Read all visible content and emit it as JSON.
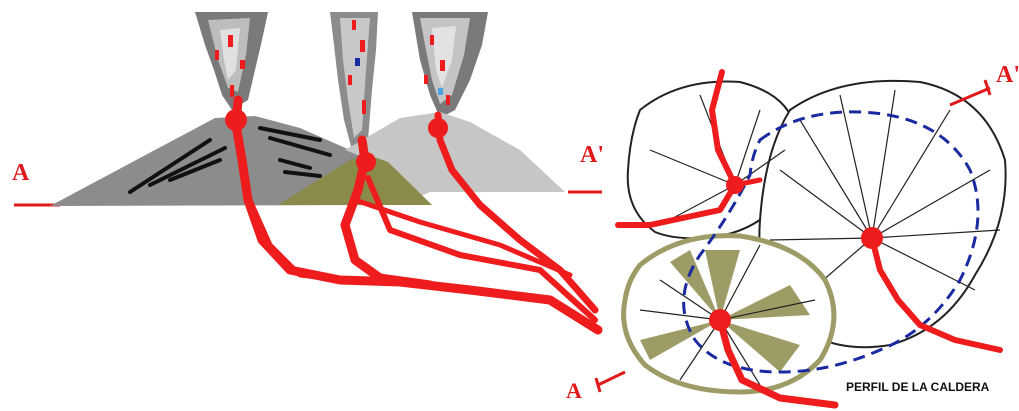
{
  "labels": {
    "a_left": "A",
    "a_prime_mid": "A'",
    "a_prime_right": "A'",
    "a_bottom": "A",
    "caption": "PERFIL DE LA CALDERA"
  },
  "colors": {
    "magma": "#ee1c1c",
    "label_red": "#e01a1a",
    "cone_dark": "#8a8a8a",
    "cone_light": "#c2c2c2",
    "olive": "#8a8a4a",
    "olive_fill": "#9e9c66",
    "smoke_gray": "#7a7a7a",
    "smoke_light": "#cfcfcf",
    "caldera_rim": "#1a2aa0",
    "outline": "#222222"
  },
  "icons": [
    "volcano-cross-section",
    "magma-conduit",
    "caldera-plan-view",
    "section-line"
  ]
}
